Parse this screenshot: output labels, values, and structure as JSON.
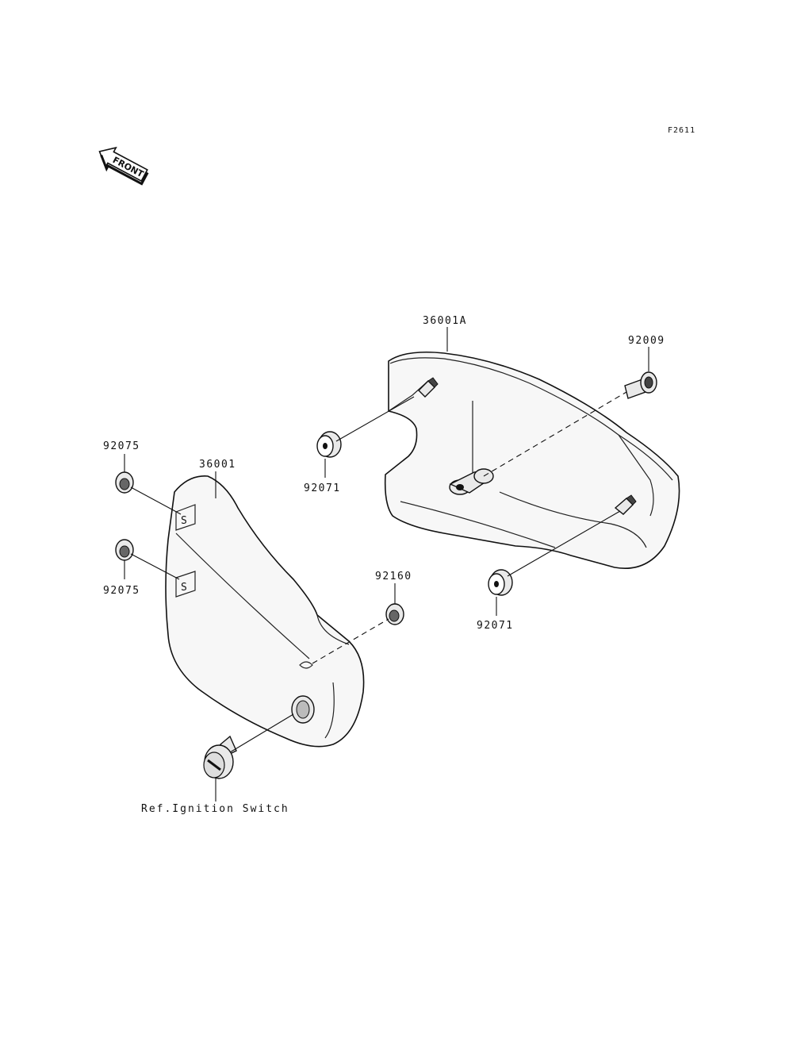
{
  "figure_code": "F2611",
  "front_indicator": "FRONT",
  "parts": {
    "side_cover_right": "36001A",
    "side_cover_left": "36001",
    "bolt": "92009",
    "grommet_right_upper": "92071",
    "grommet_right_lower": "92071",
    "grommet_left_upper": "92075",
    "grommet_left_lower": "92075",
    "grommet_left_rear": "92160"
  },
  "reference_note": "Ref.Ignition Switch"
}
